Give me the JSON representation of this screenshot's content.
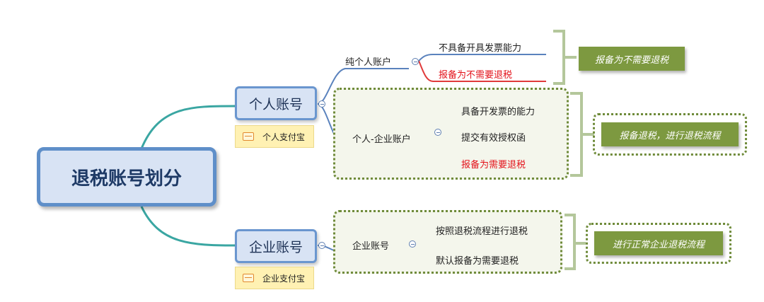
{
  "root": {
    "label": "退税账号划分"
  },
  "personal": {
    "label": "个人账号",
    "note": "个人支付宝",
    "pure": {
      "label": "纯个人账户",
      "items": [
        "不具备开具发票能力",
        "报备为不需要退税"
      ],
      "result": "报备为不需要退税"
    },
    "mixed": {
      "label": "个人-企业账户",
      "items": [
        "具备开发票的能力",
        "提交有效授权函",
        "报备为需要退税"
      ],
      "result": "报备退税，进行退税流程"
    }
  },
  "enterprise": {
    "label": "企业账号",
    "note": "企业支付宝",
    "account": {
      "label": "企业账号",
      "items": [
        "按照退税流程进行退税",
        "默认报备为需要退税"
      ],
      "result": "进行正常企业退税流程"
    }
  },
  "colors": {
    "highlight_text": "#e3131b",
    "result_box": "#7d9940",
    "node_fill": "#d8e3f4",
    "node_border": "#5f8fc9",
    "branch_line": "#3aa6a2"
  }
}
